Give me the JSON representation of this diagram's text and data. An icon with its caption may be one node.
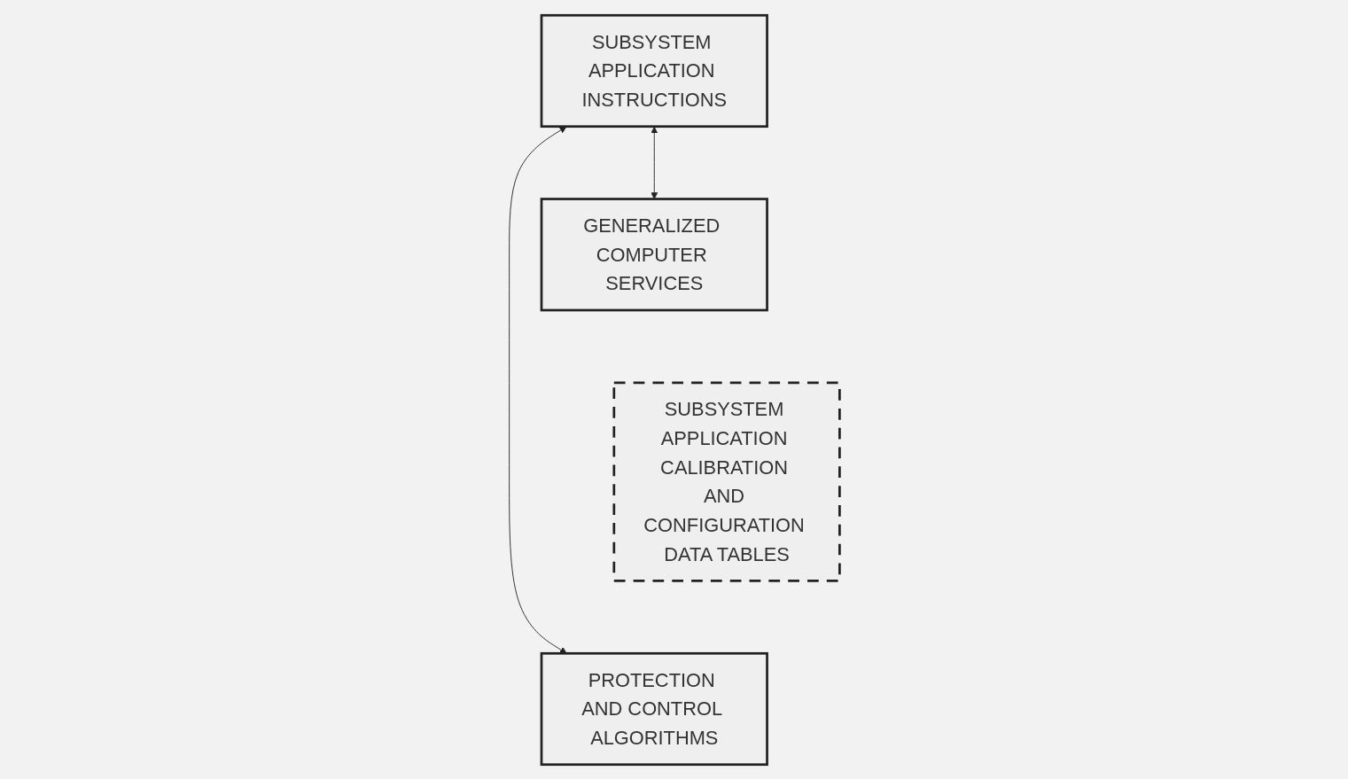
{
  "diagram": {
    "nodes": [
      {
        "text": [
          "SUBSYSTEM APPLICATION INSTRUCTIONS"
        ]
      },
      {
        "text": [
          "GENERALIZED COMPUTER SERVICES"
        ]
      },
      {
        "text": [
          "SUBSYSTEM APPLICATION CALIBRATION AND CONFIGURATION DATA TABLES"
        ]
      },
      {
        "text": [
          "PROTECTION AND CONTROL ALGORITHMS"
        ]
      }
    ],
    "edges": [
      {
        "from": 0,
        "to": 1,
        "arrow": "both"
      },
      {
        "from": 0,
        "to": 3,
        "arrow": "both"
      }
    ]
  }
}
